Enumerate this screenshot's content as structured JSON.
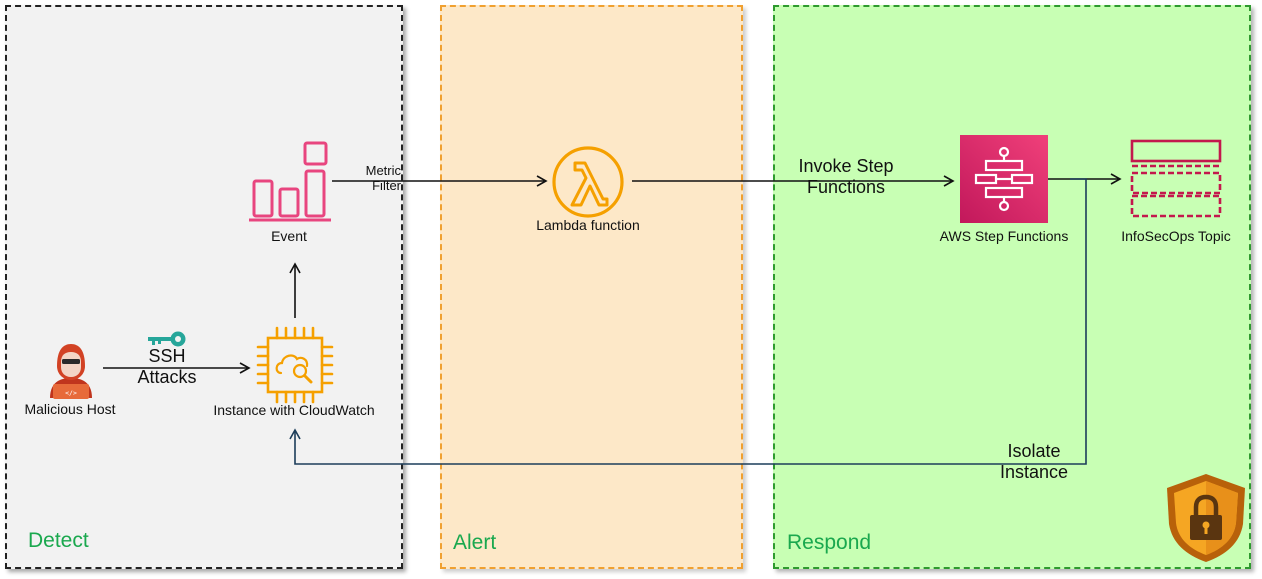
{
  "zones": {
    "detect": "Detect",
    "alert": "Alert",
    "respond": "Respond"
  },
  "nodes": {
    "malicious_host": "Malicious Host",
    "instance": "Instance with CloudWatch",
    "event": "Event",
    "lambda": "Lambda function",
    "step_functions": "AWS Step Functions",
    "topic": "InfoSecOps Topic",
    "host_screen_code": "</>"
  },
  "edges": {
    "ssh_line1": "SSH",
    "ssh_line2": "Attacks",
    "metric_line1": "Metric",
    "metric_line2": "Filter",
    "invoke_line1": "Invoke Step",
    "invoke_line2": "Functions",
    "isolate_line1": "Isolate",
    "isolate_line2": "Instance"
  },
  "colors": {
    "cloudwatch_orange": "#f5a000",
    "event_pink": "#e8457f",
    "step_functions_pink": "#d9306e",
    "topic_crimson": "#c3184d",
    "isolate_line": "#1c3d5a",
    "zone_title_green": "#1aa84e"
  },
  "icons": {
    "malicious_host": "hacker-icon",
    "ssh": "key-icon",
    "instance": "chip-cloudwatch-icon",
    "event": "bar-chart-icon",
    "lambda": "lambda-icon",
    "step_functions": "step-functions-icon",
    "topic": "topic-icon",
    "security": "shield-lock-icon"
  }
}
